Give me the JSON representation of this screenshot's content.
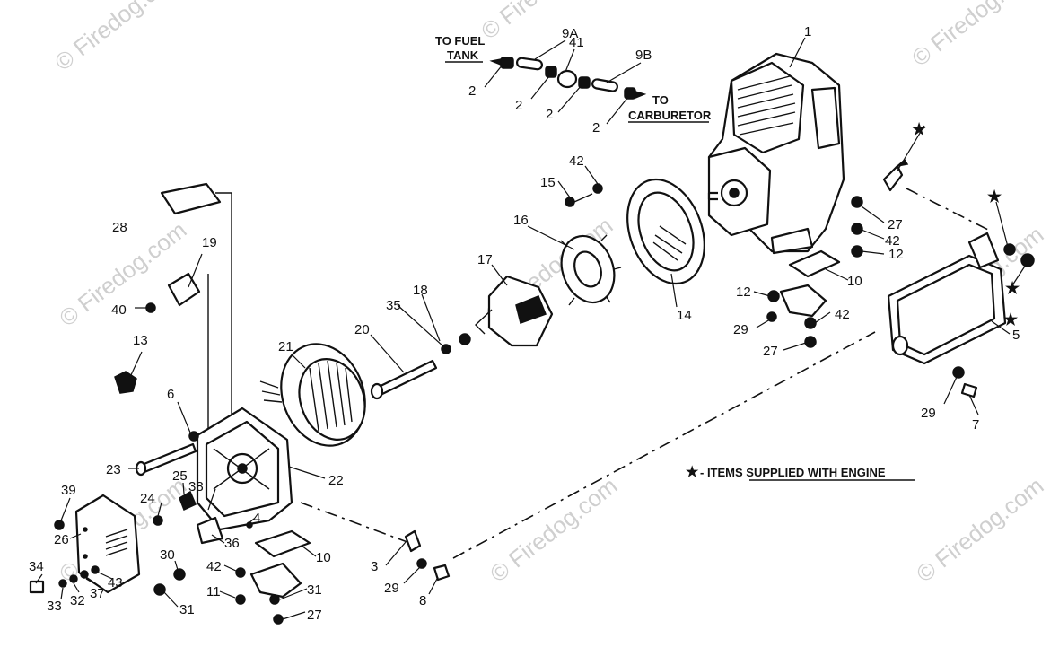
{
  "diagram": {
    "notes": {
      "fuel_tank_line1": "TO FUEL",
      "fuel_tank_line2": "TANK",
      "carb_to": "TO",
      "carb": "CARBURETOR",
      "legend_star": "★",
      "legend_text": "- ITEMS  SUPPLIED WITH ENGINE"
    },
    "watermark": "© Firedog.com",
    "part_labels": [
      "1",
      "2",
      "2",
      "2",
      "2",
      "9A",
      "41",
      "9B",
      "3",
      "4",
      "5",
      "6",
      "7",
      "8",
      "10",
      "10",
      "10",
      "11",
      "12",
      "12",
      "13",
      "14",
      "15",
      "16",
      "17",
      "18",
      "19",
      "20",
      "21",
      "22",
      "23",
      "24",
      "25",
      "26",
      "27",
      "27",
      "27",
      "28",
      "29",
      "29",
      "29",
      "30",
      "31",
      "32",
      "33",
      "34",
      "35",
      "36",
      "37",
      "38",
      "39",
      "40",
      "42",
      "42",
      "42",
      "42",
      "43"
    ]
  }
}
